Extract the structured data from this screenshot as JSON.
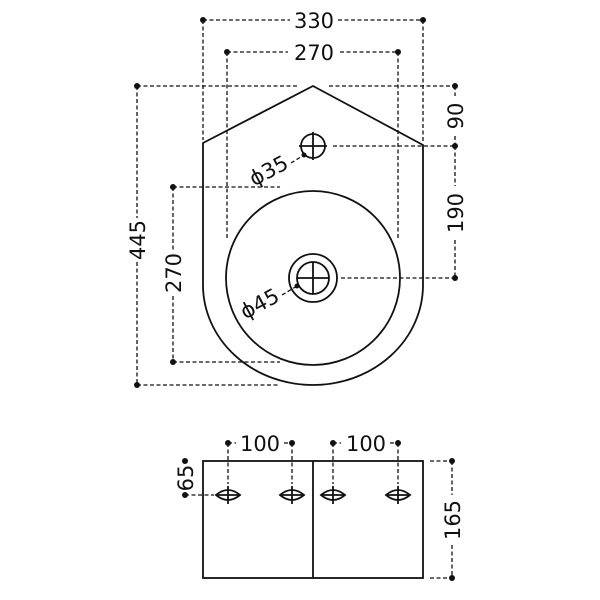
{
  "drawing": {
    "title": "Corner wash basin technical drawing",
    "colors": {
      "line": "#111111",
      "background": "#ffffff"
    },
    "top_view": {
      "dimensions": {
        "overall_width": "330",
        "bowl_width": "270",
        "overall_depth": "445",
        "bowl_depth": "270",
        "apex_to_tap": "90",
        "tap_to_drain": "190"
      },
      "labels": {
        "tap_hole": "ϕ35",
        "drain_hole": "ϕ45"
      }
    },
    "rear_view": {
      "dimensions": {
        "left_hole_spacing": "100",
        "right_hole_spacing": "100",
        "hole_height": "65",
        "height": "165"
      }
    }
  }
}
